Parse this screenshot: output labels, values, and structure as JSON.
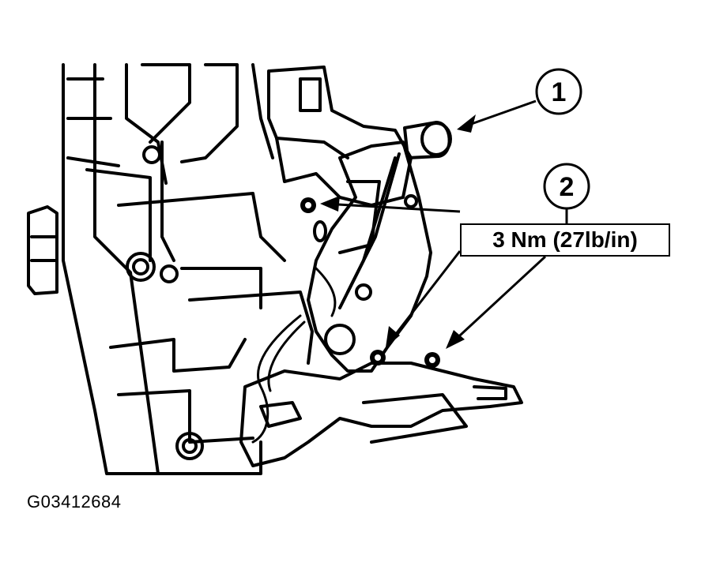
{
  "callouts": [
    {
      "number": "1"
    },
    {
      "number": "2"
    }
  ],
  "torque_spec": "3 Nm (27lb/in)",
  "figure_id": "G03412684"
}
